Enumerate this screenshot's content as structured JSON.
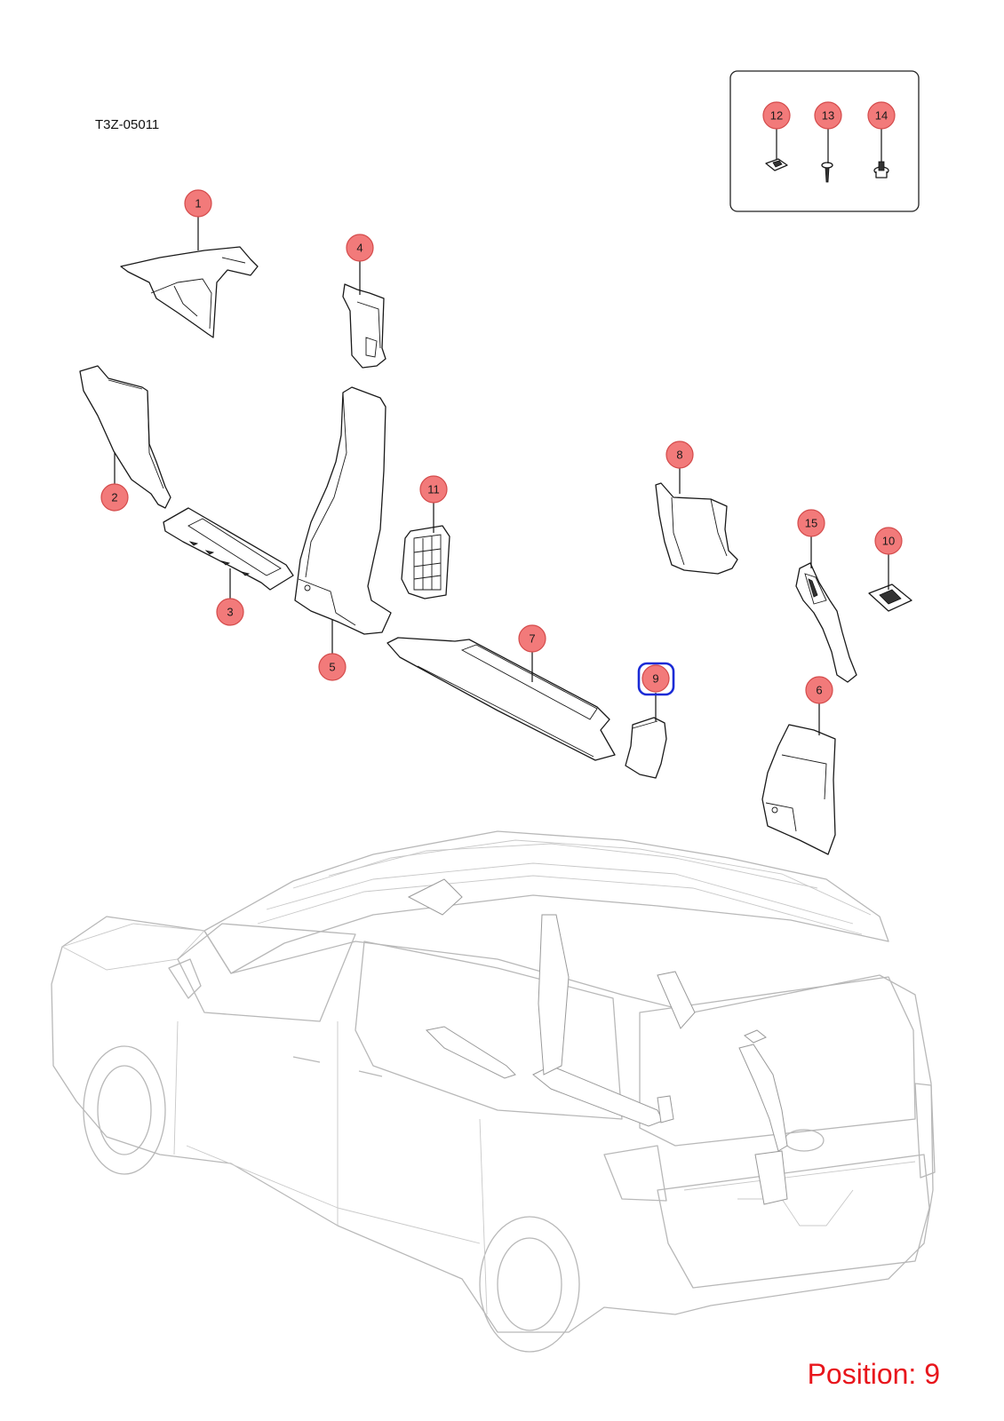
{
  "diagram_code": "T3Z-05011",
  "position_label": "Position: 9",
  "selected_callout": "9",
  "callouts": [
    "1",
    "2",
    "3",
    "4",
    "5",
    "6",
    "7",
    "8",
    "9",
    "10",
    "11",
    "12",
    "13",
    "14",
    "15"
  ],
  "colors": {
    "callout_fill": "#f27a7a",
    "highlight": "#1a2bd6",
    "position_text": "#e8161c"
  }
}
